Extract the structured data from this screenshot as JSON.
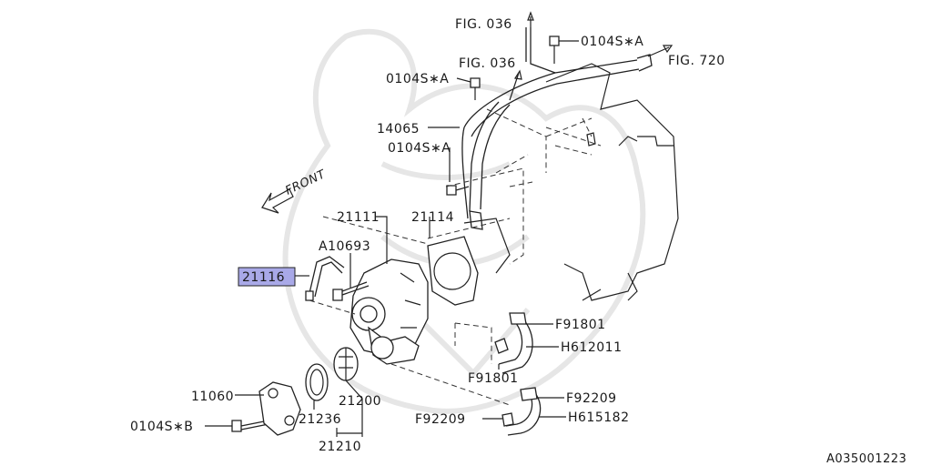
{
  "diagram_code": "A035001223",
  "front_label": "FRONT",
  "selected_part": "21116",
  "callouts": {
    "fig036_a": "FIG. 036",
    "fig036_b": "FIG. 036",
    "fig720": "FIG. 720",
    "bolt_top_right": "0104S∗A",
    "bolt_top_left": "0104S∗A",
    "bolt_mid": "0104S∗A",
    "bolt_bottom": "0104S∗B",
    "p14065": "14065",
    "p21111": "21111",
    "p21114": "21114",
    "pA10693": "A10693",
    "p21116": "21116",
    "pF91801_a": "F91801",
    "pH612011": "H612011",
    "pF91801_b": "F91801",
    "pF92209_a": "F92209",
    "pF92209_b": "F92209",
    "pH615182": "H615182",
    "p11060": "11060",
    "p21200": "21200",
    "p21236": "21236",
    "p21210": "21210"
  },
  "colors": {
    "selected_fill": "#a9a9e8",
    "line": "#222222",
    "watermark": "#e6e6e6"
  }
}
